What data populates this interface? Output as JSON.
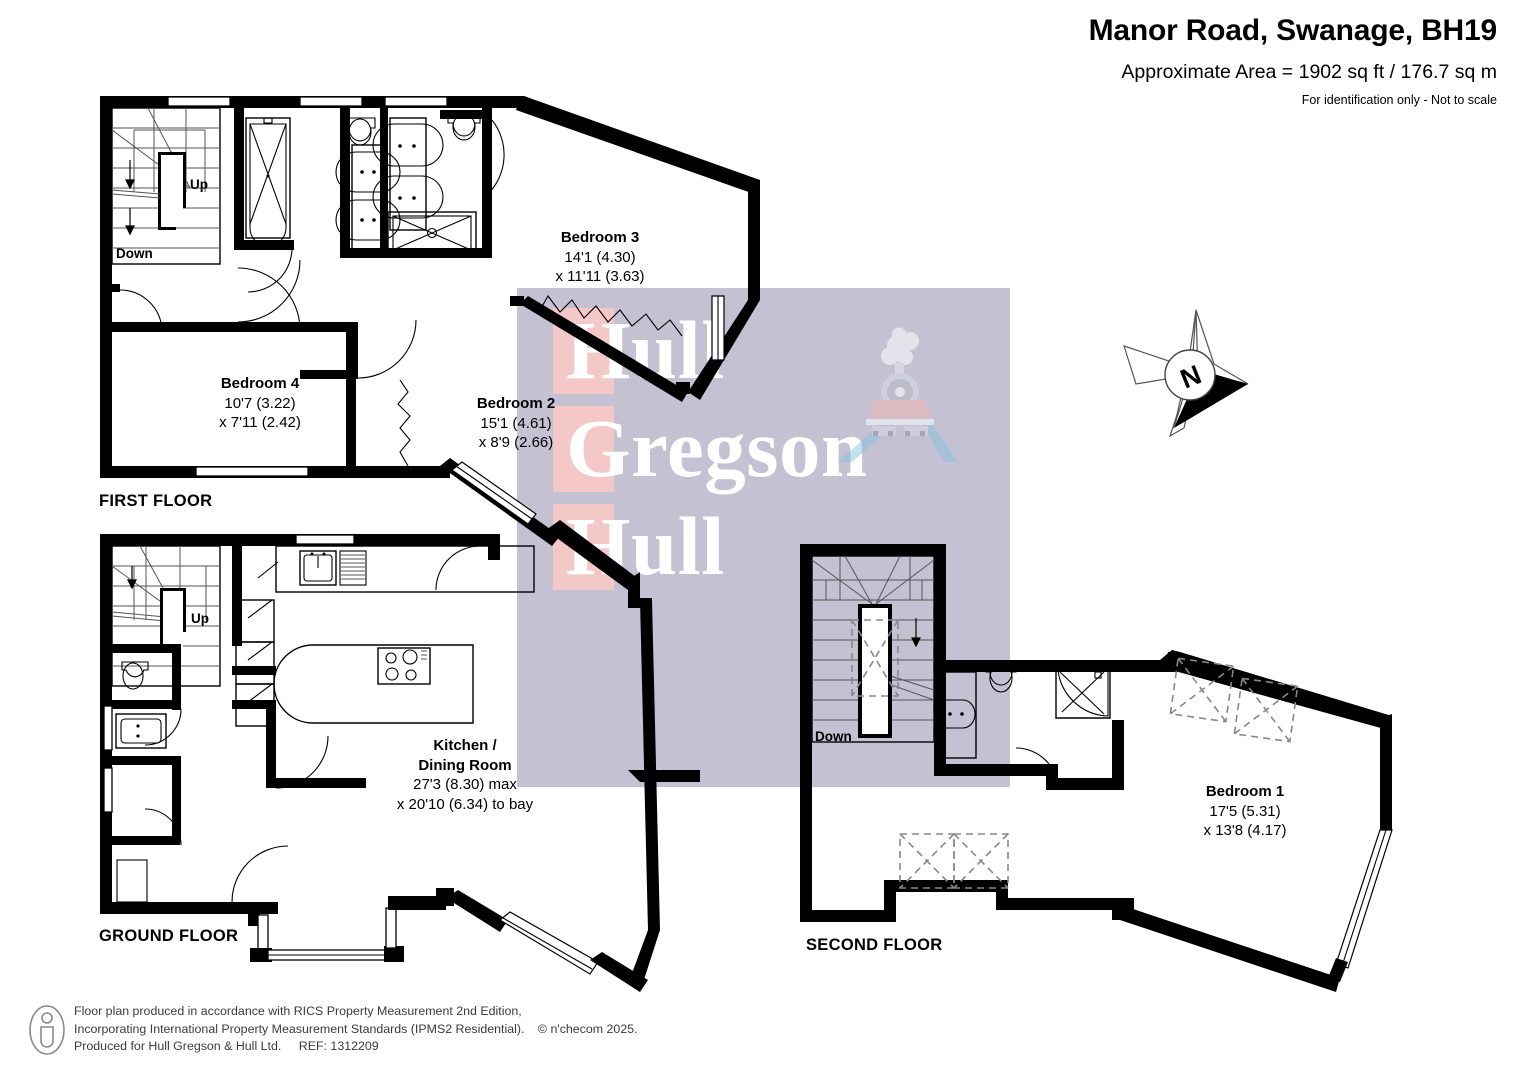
{
  "header": {
    "title": "Manor Road, Swanage, BH19",
    "area": "Approximate Area = 1902 sq ft / 176.7 sq m",
    "disclaimer": "For identification only - Not to scale"
  },
  "floors": [
    {
      "id": "first",
      "label": "FIRST FLOOR"
    },
    {
      "id": "ground",
      "label": "GROUND FLOOR"
    },
    {
      "id": "second",
      "label": "SECOND FLOOR"
    }
  ],
  "rooms": [
    {
      "id": "bedroom3",
      "name": "Bedroom 3",
      "dim1": "14'1 (4.30)",
      "dim2": "x 11'11 (3.63)"
    },
    {
      "id": "bedroom4",
      "name": "Bedroom 4",
      "dim1": "10'7 (3.22)",
      "dim2": "x 7'11 (2.42)"
    },
    {
      "id": "bedroom2",
      "name": "Bedroom 2",
      "dim1": "15'1 (4.61)",
      "dim2": "x 8'9 (2.66)"
    },
    {
      "id": "kitchen",
      "name": "Kitchen /",
      "name2": "Dining Room",
      "dim1": "27'3 (8.30) max",
      "dim2": "x 20'10 (6.34) to bay"
    },
    {
      "id": "bedroom1",
      "name": "Bedroom 1",
      "dim1": "17'5 (5.31)",
      "dim2": "x 13'8 (4.17)"
    }
  ],
  "stairs": [
    {
      "id": "first-up",
      "label": "Up"
    },
    {
      "id": "first-down",
      "label": "Down"
    },
    {
      "id": "ground-up",
      "label": "Up"
    },
    {
      "id": "second-down",
      "label": "Down"
    }
  ],
  "compass": {
    "label": "N"
  },
  "watermark": {
    "line1": "Hull",
    "line2": "Gregson",
    "line3": "Hull"
  },
  "footer": {
    "line1": "Floor plan produced in accordance with RICS Property Measurement 2nd Edition,",
    "line2": "Incorporating International Property Measurement Standards (IPMS2 Residential).",
    "copyright": "© n'checom 2025.",
    "line3": "Produced for Hull Gregson & Hull Ltd.",
    "ref": "REF:  1312209"
  },
  "colors": {
    "wall": "#000000",
    "watermark_box": "rgba(58,50,110,0.30)",
    "watermark_text": "#ffffff",
    "watermark_chip": "#f7c9c4",
    "train_body": "#f3b8b4",
    "train_track": "#a8d4ea",
    "footer_text": "#3b3b3b"
  }
}
